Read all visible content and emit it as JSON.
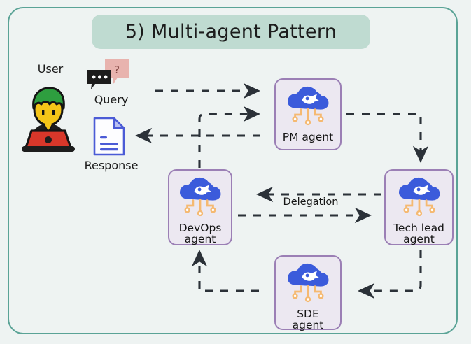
{
  "frame": {
    "border_color": "#5aa396",
    "background": "#eef3f2"
  },
  "title": {
    "text": "5) Multi-agent Pattern",
    "pill_color": "#bfdbd1",
    "text_color": "#1c1c1c"
  },
  "user": {
    "label": "User",
    "icon": "user-at-laptop-icon",
    "hair_color": "#2e9e3f",
    "face_color": "#f5c518",
    "laptop_color": "#d8372a"
  },
  "query": {
    "label": "Query",
    "icon": "chat-bubbles-icon",
    "bubble_back_color": "#e8b3ae",
    "bubble_front_color": "#1c1c1c",
    "question_mark": "?"
  },
  "response": {
    "label": "Response",
    "icon": "document-icon",
    "outline_color": "#4b5bd6",
    "fold_color": "#b9c0f2"
  },
  "agents": [
    {
      "id": "pm",
      "name": "PM agent",
      "lines": [
        "PM agent"
      ],
      "icon": "cloud-ai-agent-icon",
      "card_fill": "#ece8f1",
      "card_border": "#9b7fb5"
    },
    {
      "id": "devops",
      "name": "DevOps agent",
      "lines": [
        "DevOps",
        "agent"
      ],
      "icon": "cloud-ai-agent-icon",
      "card_fill": "#ece8f1",
      "card_border": "#9b7fb5"
    },
    {
      "id": "techlead",
      "name": "Tech lead agent",
      "lines": [
        "Tech lead",
        "agent"
      ],
      "icon": "cloud-ai-agent-icon",
      "card_fill": "#ece8f1",
      "card_border": "#9b7fb5"
    },
    {
      "id": "sde",
      "name": "SDE agent",
      "lines": [
        "SDE",
        "agent"
      ],
      "icon": "cloud-ai-agent-icon",
      "card_fill": "#ece8f1",
      "card_border": "#9b7fb5"
    }
  ],
  "edges": {
    "delegation_label": "Delegation",
    "arrow_color": "#2b3138",
    "items": [
      {
        "from": "User",
        "to": "PM agent",
        "label": "",
        "style": "dashed"
      },
      {
        "from": "DevOps agent",
        "to": "PM agent",
        "label": "",
        "style": "dashed"
      },
      {
        "from": "PM agent",
        "to": "Response",
        "label": "",
        "style": "dashed"
      },
      {
        "from": "PM agent",
        "to": "Tech lead agent",
        "label": "",
        "style": "dashed"
      },
      {
        "from": "Tech lead agent",
        "to": "DevOps agent",
        "label": "Delegation",
        "style": "dashed"
      },
      {
        "from": "DevOps agent",
        "to": "Tech lead agent",
        "label": "Delegation",
        "style": "dashed"
      },
      {
        "from": "Tech lead agent",
        "to": "SDE agent",
        "label": "",
        "style": "dashed"
      },
      {
        "from": "SDE agent",
        "to": "DevOps agent",
        "label": "",
        "style": "dashed"
      }
    ]
  },
  "icon_colors": {
    "cloud": "#3b5bdb",
    "cloud_dark": "#3950c9",
    "circuit": "#f5b971",
    "robot_white": "#ffffff"
  }
}
